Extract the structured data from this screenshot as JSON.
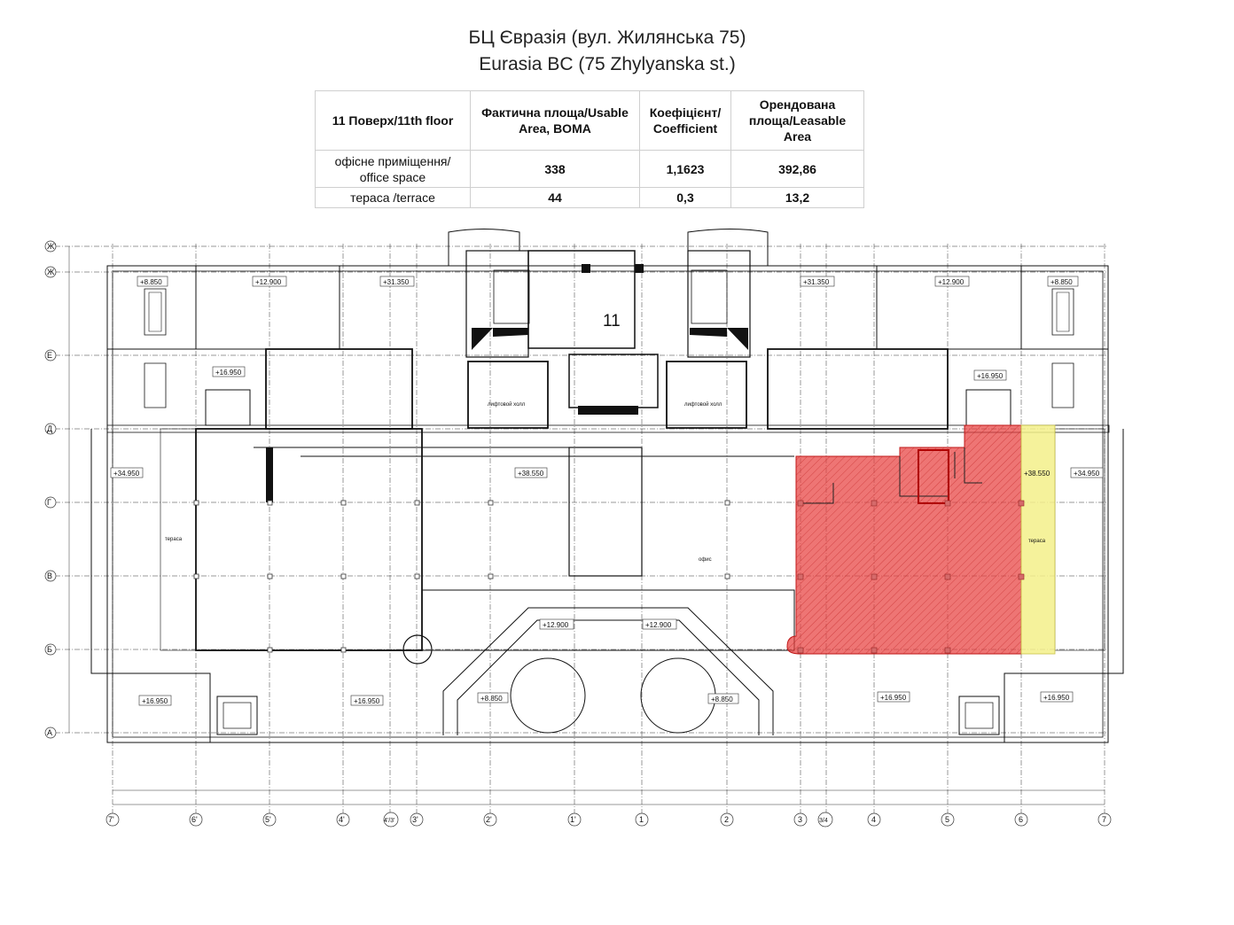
{
  "header": {
    "title_ua": "БЦ Євразія (вул. Жилянська 75)",
    "title_en": "Eurasia BC (75 Zhylyanska st.)"
  },
  "area_table": {
    "headers": [
      "11 Поверх/11th floor",
      "Фактична площа/Usable Area, BOMA",
      "Коефіцієнт/ Coefficient",
      "Орендована площа/Leasable Area"
    ],
    "rows": [
      {
        "label": "офісне приміщення/ office space",
        "usable": "338",
        "coefficient": "1,1623",
        "leasable": "392,86"
      },
      {
        "label": "тераса /terrace",
        "usable": "44",
        "coefficient": "0,3",
        "leasable": "13,2"
      }
    ]
  },
  "plan": {
    "floor_number": "11",
    "room_labels": {
      "elevator_hall": "лифтовой холл",
      "office": "офис",
      "terrace": "тераса"
    },
    "elevations": {
      "e_8_850": "+8.850",
      "e_12_900": "+12.900",
      "e_31_350": "+31.350",
      "e_16_950": "+16.950",
      "e_34_950": "+34.950",
      "e_38_550": "+38.550"
    },
    "row_axes": [
      "Ж'",
      "Ж",
      "Е",
      "Д",
      "Г",
      "В",
      "Б",
      "А"
    ],
    "column_axes": [
      "7'",
      "6'",
      "5'",
      "4'",
      "4'/3'",
      "3'",
      "2'",
      "1'",
      "1",
      "2",
      "3",
      "3/4",
      "4",
      "5",
      "6",
      "7"
    ],
    "highlight_colors": {
      "office": "#e8403f",
      "terrace": "#f3f08a"
    }
  }
}
